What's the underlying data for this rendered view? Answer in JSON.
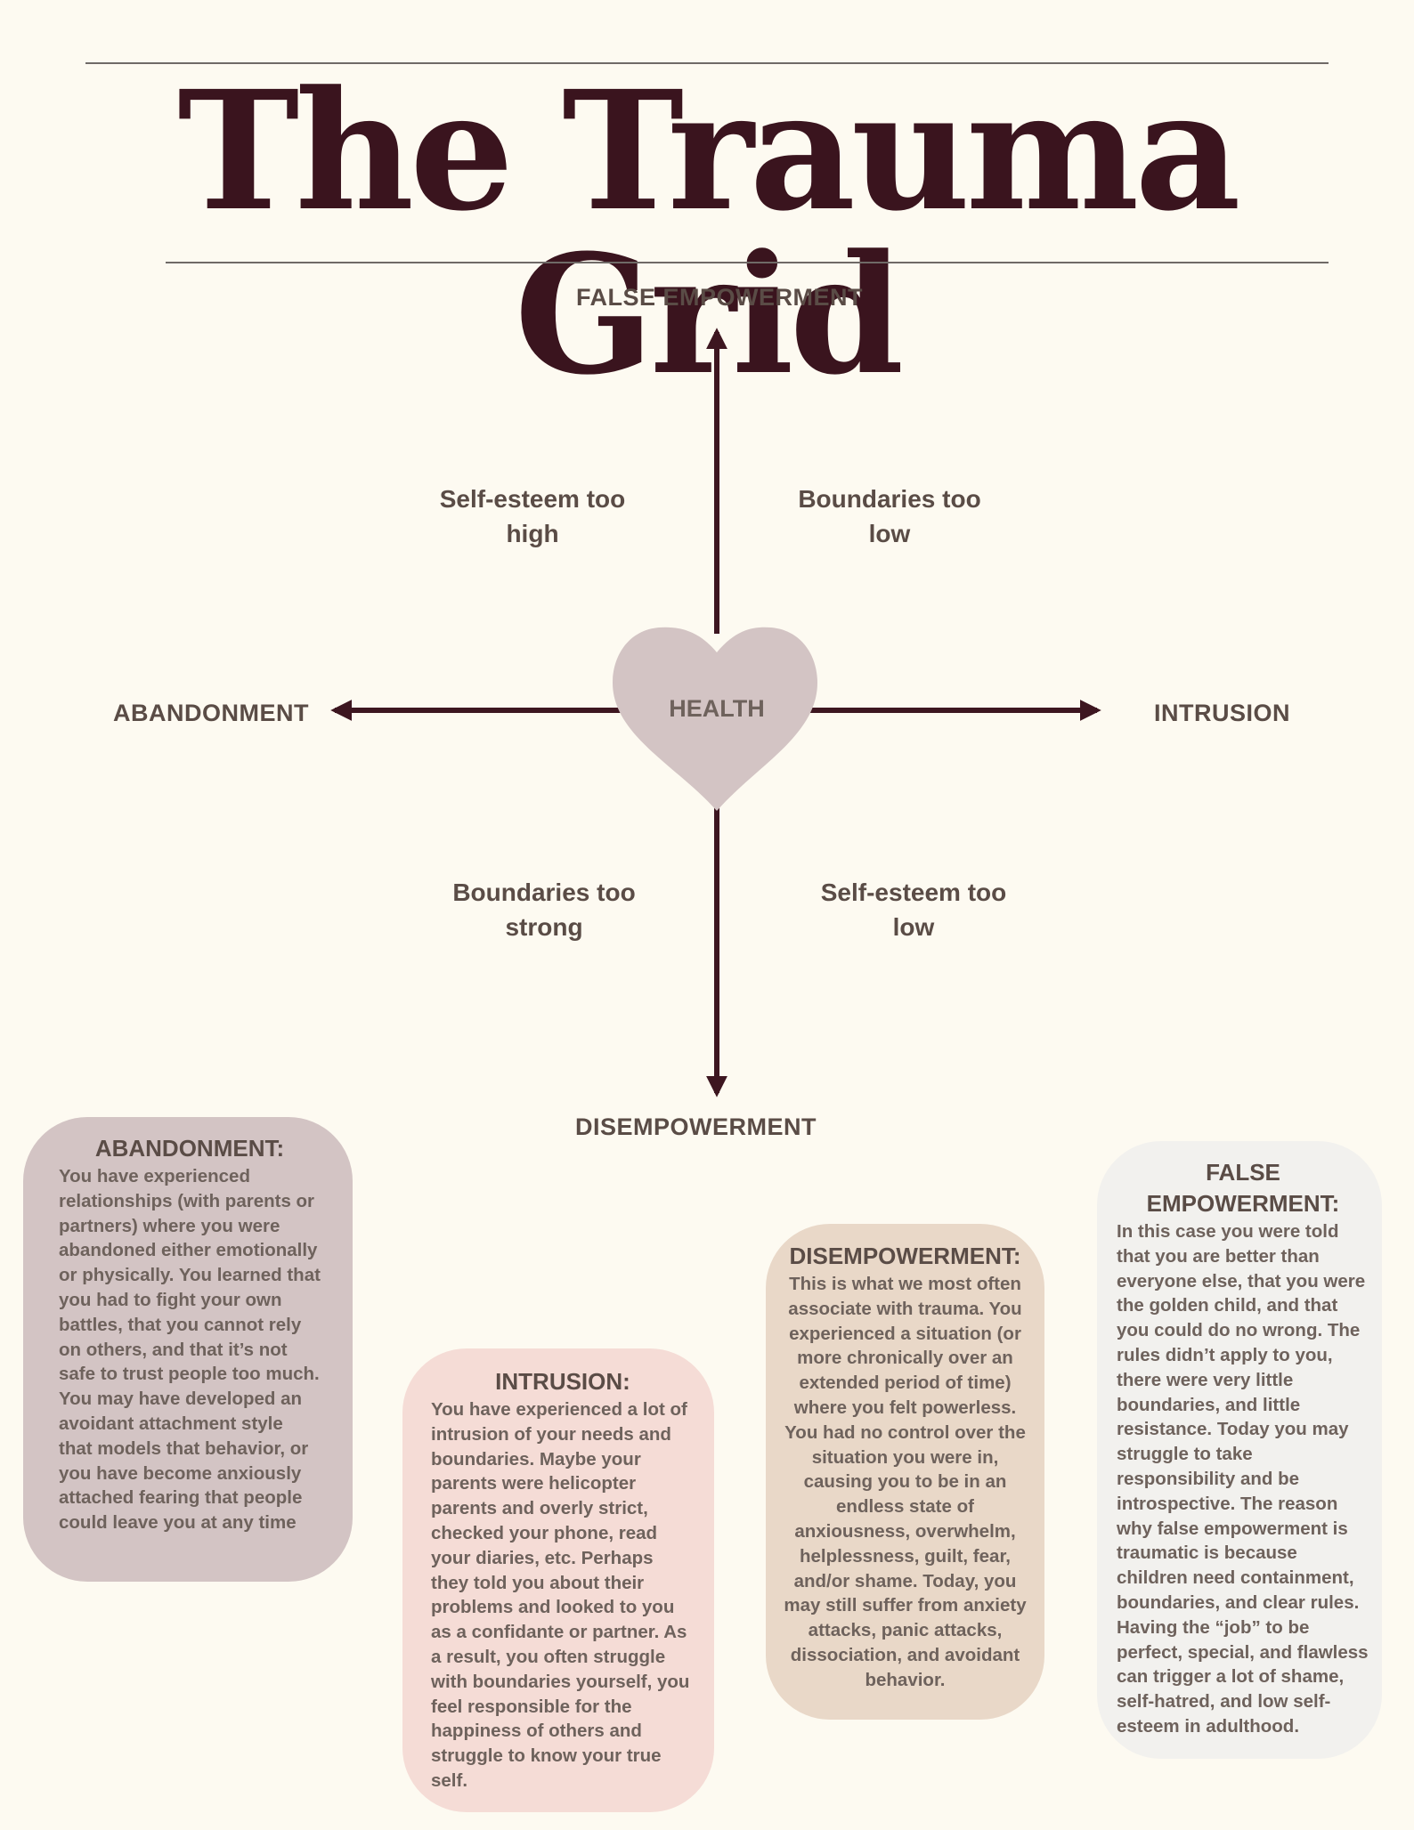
{
  "title": "The Trauma Grid",
  "axes": {
    "top": "FALSE EMPOWERMENT",
    "bottom": "DISEMPOWERMENT",
    "left": "ABANDONMENT",
    "right": "INTRUSION",
    "center": "HEALTH"
  },
  "quadrants": {
    "top_left": [
      "Self-esteem too",
      "high"
    ],
    "top_right": [
      "Boundaries too",
      "low"
    ],
    "bottom_left": [
      "Boundaries too",
      "strong"
    ],
    "bottom_right": [
      "Self-esteem too",
      "low"
    ]
  },
  "cards": {
    "abandonment": {
      "heading": "ABANDONMENT:",
      "text": "You have experienced relationships (with parents or partners) where you were abandoned either emotionally or physically. You learned that you had to fight your own battles, that you cannot rely on others, and that it’s not safe to trust people too much. You may have developed an avoidant attachment style that models that behavior, or you have become anxiously attached fearing that people could leave you at any time"
    },
    "intrusion": {
      "heading": "INTRUSION:",
      "text": "You have experienced a lot of intrusion of your needs and boundaries. Maybe your parents were helicopter parents and overly strict, checked your phone, read your diaries, etc. Perhaps they told you about their problems and looked to you as a confidante or partner. As a result, you often struggle with boundaries yourself, you feel responsible for the happiness of others and struggle to know your true self."
    },
    "disempowerment": {
      "heading": "DISEMPOWERMENT:",
      "text": "This is what we most often associate with trauma. You experienced a situation (or more chronically over an extended period of time) where you felt powerless. You had no control over the situation you were in, causing you to be in an endless state of anxiousness, overwhelm, helplessness, guilt, fear, and/or shame. Today, you may still suffer from anxiety attacks, panic attacks, dissociation, and avoidant behavior."
    },
    "false_empowerment": {
      "heading": "FALSE EMPOWERMENT:",
      "text": "In this case you were told that you are better than everyone else, that you were the golden child, and that you could do no wrong. The rules didn’t apply to you, there were very little boundaries, and little resistance. Today you may struggle to take responsibility and be introspective. The reason why false empowerment is traumatic is because children need containment, boundaries, and clear rules. Having the “job” to be perfect, special, and flawless can trigger a lot of shame, self-hatred, and low self-esteem in adulthood."
    }
  },
  "colors": {
    "background": "#fdfaf1",
    "title": "#3a141e",
    "arrows": "#3d1620",
    "heart": "#d3c4c4",
    "text": "#5a4c46",
    "card_abandonment": "#d3c4c4",
    "card_intrusion": "#f5dcd6",
    "card_disempowerment": "#e9d8c8",
    "card_false_empowerment": "#f2f1ee"
  }
}
